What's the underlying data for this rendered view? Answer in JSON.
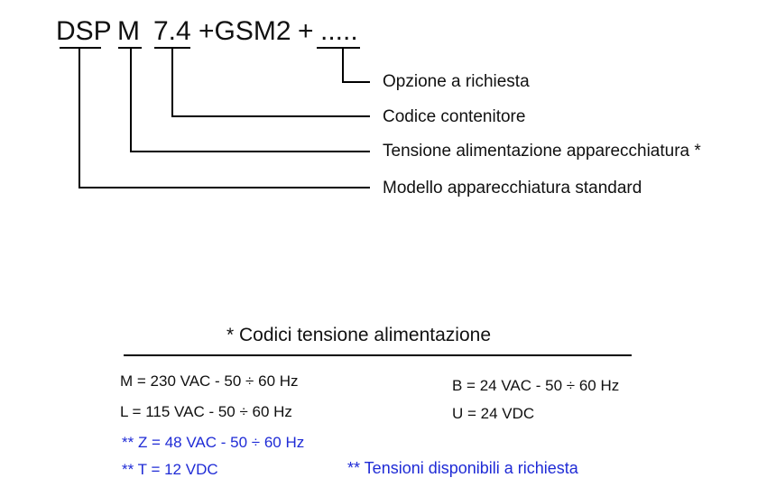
{
  "code": {
    "dsp": "DSP",
    "m": "M",
    "n74": "7.4",
    "gsm2": "+GSM2",
    "plus": "+",
    "dots": "....."
  },
  "labels": {
    "opzione": "Opzione a richiesta",
    "codice": "Codice contenitore",
    "tensione": "Tensione alimentazione apparecchiatura *",
    "modello": "Modello apparecchiatura standard"
  },
  "voltage": {
    "title": "* Codici tensione alimentazione",
    "m": "M = 230 VAC - 50 ÷ 60 Hz",
    "l": "L = 115 VAC - 50 ÷ 60 Hz",
    "b": "B = 24 VAC - 50 ÷ 60 Hz",
    "u": "U = 24 VDC",
    "z": "** Z = 48 VAC - 50 ÷ 60 Hz",
    "t": "** T = 12 VDC",
    "note": "** Tensioni disponibili a richiesta"
  },
  "colors": {
    "text": "#111111",
    "accent_blue": "#1f2bd6"
  }
}
